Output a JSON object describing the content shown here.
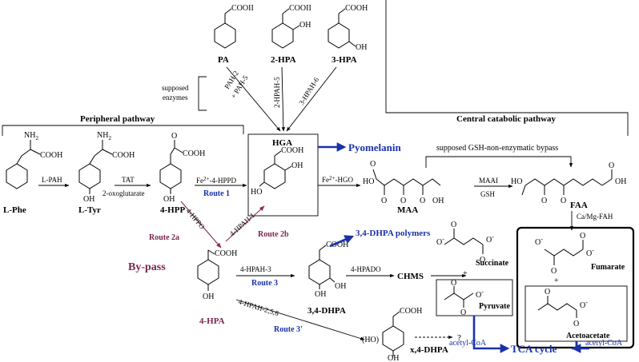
{
  "colors": {
    "blue": "#1a32a8",
    "maroon": "#7a2550",
    "black": "#000000"
  },
  "compounds": {
    "pa": "PA",
    "hpa2": "2-HPA",
    "hpa3": "3-HPA",
    "hga": "HGA",
    "lphe": "L-Phe",
    "ltyr": "L-Tyr",
    "hpp4": "4-HPP",
    "maa": "MAA",
    "faa": "FAA",
    "hpa4": "4-HPA",
    "dhpa34": "3,4-DHPA",
    "chms": "CHMS",
    "succinate": "Succinate",
    "fumarate": "Fumarate",
    "pyruvate": "Pyruvate",
    "acetoacetate": "Acetoacetate",
    "xdhpa": "x,4-DHPA"
  },
  "groups": {
    "cooh": "COOH",
    "cooh_pa": "COOII",
    "oh": "OH",
    "ho": "HO",
    "nh2": "NH",
    "nh2_sub": "2",
    "ho_paren": "(HO)",
    "o_minus": "O",
    "minus": "-",
    "o": "O",
    "question": "?"
  },
  "enzymes": {
    "pah2": "PAH-2",
    "pah5": "+ PAH-5",
    "hpah5_2": "2-HPAH-5",
    "hpah6_3": "3-HPAH-6",
    "supposed1": "supposed",
    "supposed2": "enzymes",
    "lpah": "L-PAH",
    "tat": "TAT",
    "oxoglutarate": "2-oxoglutarate",
    "hppd": "-4-HPPD",
    "fe_main": "Fe",
    "fe_sup": "2+",
    "hgo": "-HGO",
    "maai": "MAAI",
    "gsh": "GSH",
    "fah": "Ca/Mg-FAH",
    "hppo": "4-HPPO",
    "hpah1": "4-HPAH-1",
    "hpah3": "4-HPAH-3",
    "hpado": "4-HPADO",
    "hpah256": "4-HPAH-2,5,6",
    "bypass_note": "supposed GSH-non-enzymatic bypass"
  },
  "routes": {
    "route1": "Route 1",
    "route2a": "Route 2a",
    "route2b": "Route 2b",
    "route3": "Route 3",
    "route3p": "Route 3'",
    "bypass": "By-pass"
  },
  "headings": {
    "peripheral": "Peripheral pathway",
    "central": "Central catabolic pathway",
    "pyomelanin": "Pyomelanin",
    "dhpa_polymers": "3,4-DHPA polymers",
    "tca": "TCA cycle",
    "acetyl_coa": "acetyl-CoA"
  },
  "plus": "+"
}
